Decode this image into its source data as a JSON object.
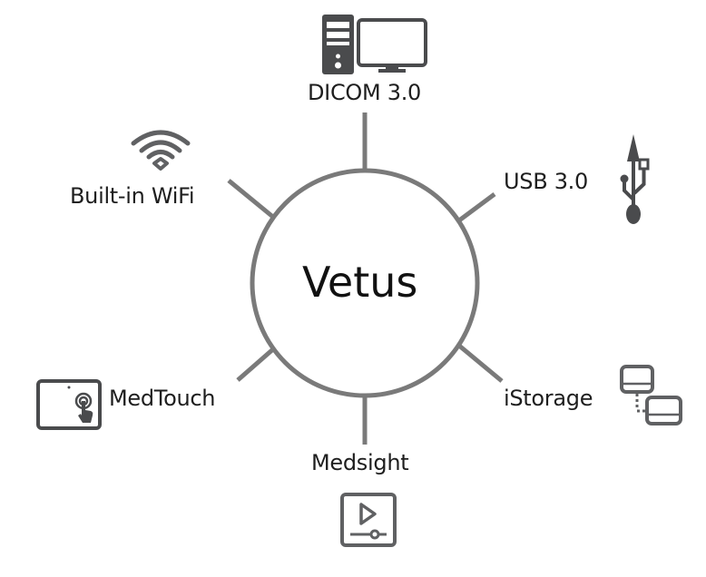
{
  "center": {
    "label": "Vetus"
  },
  "colors": {
    "stroke": "#7a7a7a",
    "icon": "#4a4b4d",
    "text": "#1e1e1e"
  },
  "nodes": [
    {
      "id": "dicom",
      "label": "DICOM 3.0",
      "icon": "desktop-computer-icon"
    },
    {
      "id": "usb",
      "label": "USB 3.0",
      "icon": "usb-icon"
    },
    {
      "id": "istorage",
      "label": "iStorage",
      "icon": "network-storage-icon"
    },
    {
      "id": "medsight",
      "label": "Medsight",
      "icon": "video-player-icon"
    },
    {
      "id": "medtouch",
      "label": "MedTouch",
      "icon": "tablet-touch-icon"
    },
    {
      "id": "wifi",
      "label": "Built-in WiFi",
      "icon": "wifi-icon"
    }
  ]
}
